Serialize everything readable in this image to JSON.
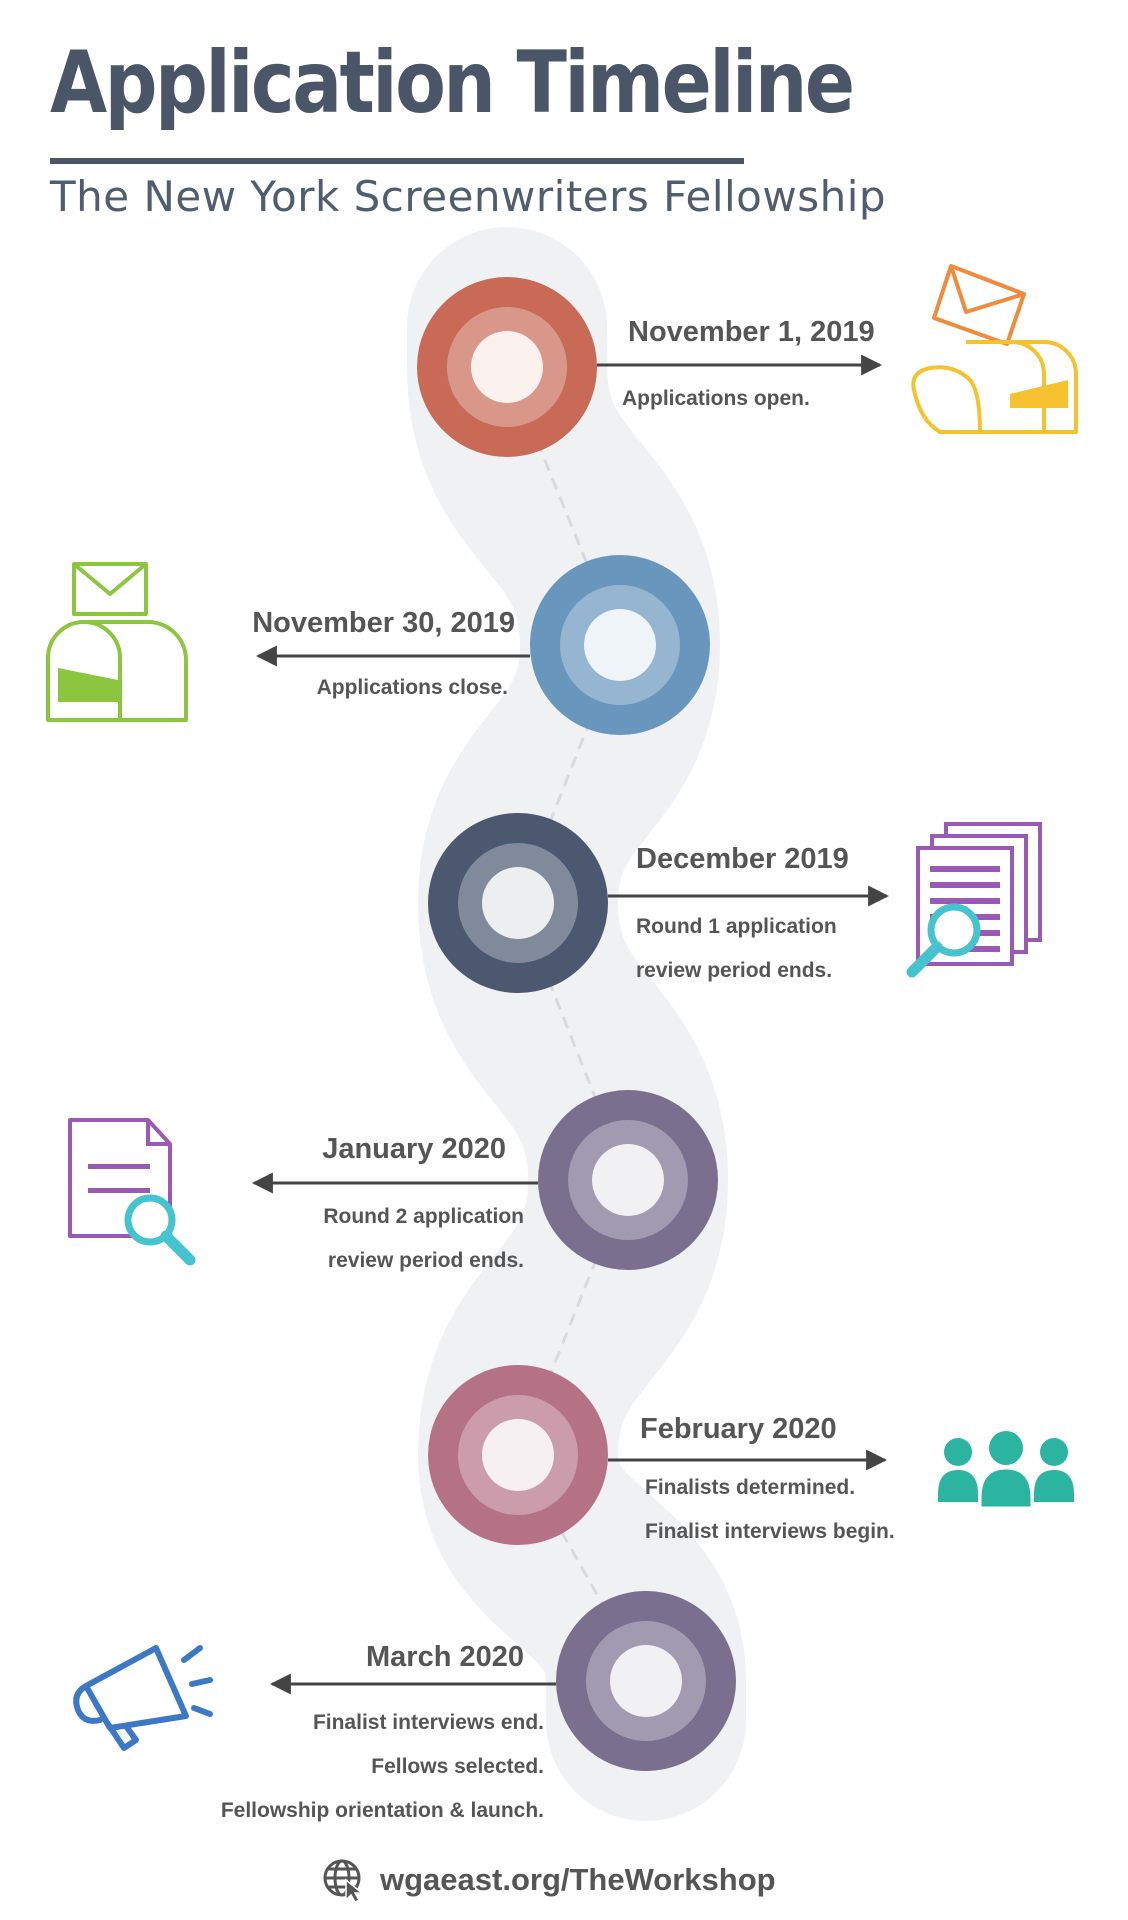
{
  "header": {
    "title": "Application Timeline",
    "subtitle": "The New York Screenwriters Fellowship"
  },
  "colors": {
    "heading": "#4a5568",
    "text": "#555555",
    "ribbon": "#f0f1f2"
  },
  "events": [
    {
      "date": "November 1, 2019",
      "lines": [
        "Applications open."
      ],
      "color": "#c96a56",
      "icon": "mailbox-open-icon"
    },
    {
      "date": "November 30, 2019",
      "lines": [
        "Applications close."
      ],
      "color": "#6996bd",
      "icon": "mailbox-closed-icon"
    },
    {
      "date": "December 2019",
      "lines": [
        "Round 1 application",
        "review period ends."
      ],
      "color": "#4b5870",
      "icon": "documents-search-icon"
    },
    {
      "date": "January 2020",
      "lines": [
        "Round 2 application",
        "review period ends."
      ],
      "color": "#7a6f8e",
      "icon": "document-search-icon"
    },
    {
      "date": "February 2020",
      "lines": [
        "Finalists determined.",
        "Finalist interviews begin."
      ],
      "color": "#b57287",
      "icon": "team-icon"
    },
    {
      "date": "March 2020",
      "lines": [
        "Finalist interviews end.",
        "Fellows selected.",
        "Fellowship orientation & launch."
      ],
      "color": "#7a6f8e",
      "icon": "megaphone-icon"
    }
  ],
  "footer": {
    "url": "wgaeast.org/TheWorkshop",
    "icon": "globe-cursor-icon"
  }
}
